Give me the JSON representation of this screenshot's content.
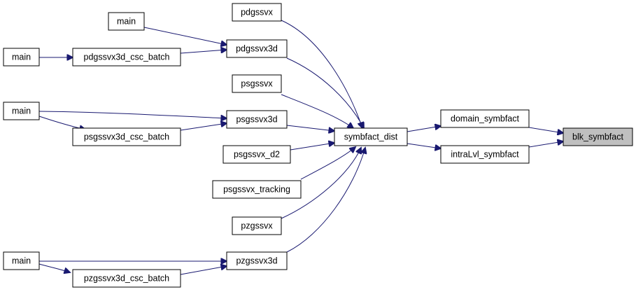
{
  "diagram": {
    "colors": {
      "edge": "#191970",
      "node_fill": "#ffffff",
      "highlight_fill": "#bfbfbf",
      "border": "#000000"
    },
    "nodes": {
      "main_1": "main",
      "main_2": "main",
      "main_3": "main",
      "main_4": "main",
      "pdgssvx3d_csc_batch": "pdgssvx3d_csc_batch",
      "psgssvx3d_csc_batch": "psgssvx3d_csc_batch",
      "pzgssvx3d_csc_batch": "pzgssvx3d_csc_batch",
      "pdgssvx": "pdgssvx",
      "pdgssvx3d": "pdgssvx3d",
      "psgssvx": "psgssvx",
      "psgssvx3d": "psgssvx3d",
      "psgssvx_d2": "psgssvx_d2",
      "psgssvx_tracking": "psgssvx_tracking",
      "pzgssvx": "pzgssvx",
      "pzgssvx3d": "pzgssvx3d",
      "symbfact_dist": "symbfact_dist",
      "domain_symbfact": "domain_symbfact",
      "intraLvl_symbfact": "intraLvl_symbfact",
      "blk_symbfact": "blk_symbfact"
    },
    "highlighted": "blk_symbfact"
  }
}
